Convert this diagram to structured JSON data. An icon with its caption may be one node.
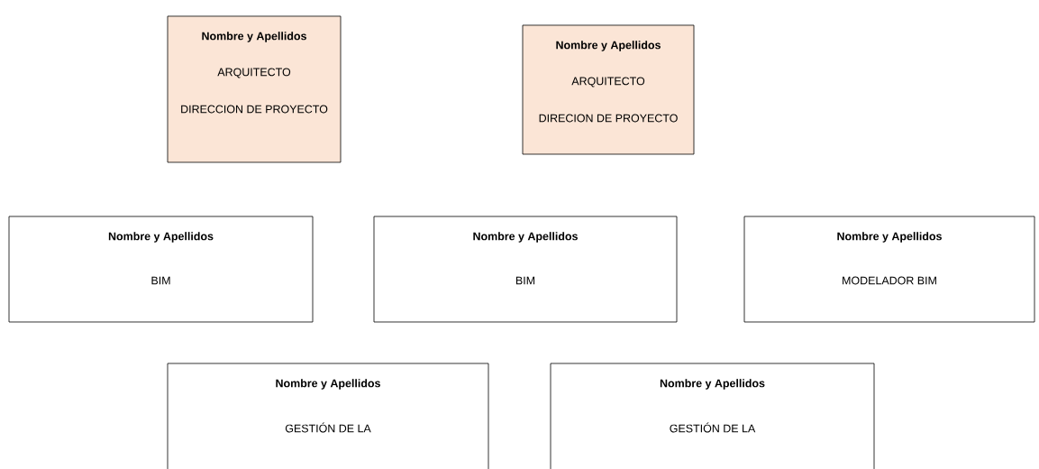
{
  "diagram": {
    "nodes": [
      {
        "text": [
          "Nombre y Apellidos",
          "ARQUITECTO",
          "DIRECCION DE PROYECTO"
        ]
      },
      {
        "text": [
          "Nombre y Apellidos",
          "ARQUITECTO",
          "DIRECION DE PROYECTO"
        ]
      },
      {
        "text": [
          "Nombre y Apellidos",
          "BIM"
        ]
      },
      {
        "text": [
          "Nombre y Apellidos",
          "BIM"
        ]
      },
      {
        "text": [
          "Nombre y Apellidos",
          "MODELADOR BIM"
        ]
      },
      {
        "text": [
          "Nombre y Apellidos",
          "GESTIÓN DE LA"
        ]
      },
      {
        "text": [
          "Nombre y Apellidos",
          "GESTIÓN DE LA"
        ]
      }
    ]
  }
}
